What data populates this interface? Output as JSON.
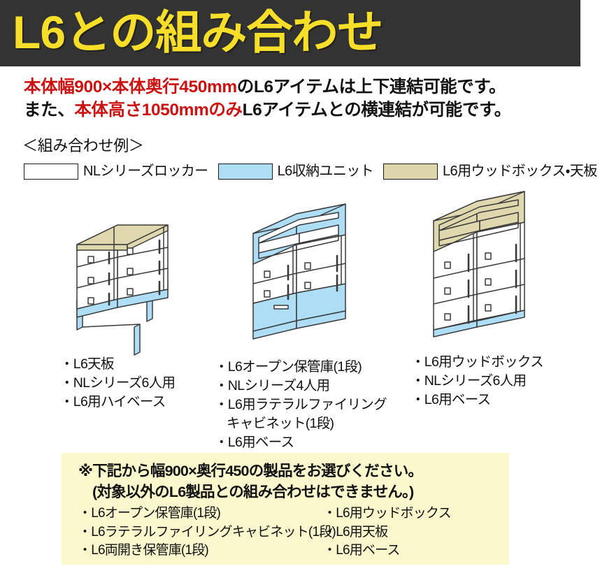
{
  "banner": {
    "title": "L6との組み合わせ",
    "bg_color": "#333333",
    "text_color": "#F7DF29"
  },
  "intro": {
    "line1_red": "本体幅900×本体奥行450mm",
    "line1_black": "のL6アイテムは上下連結可能です。",
    "line2_black_a": "また、",
    "line2_red": "本体高さ1050mmのみ",
    "line2_black_b": "L6アイテムとの横連結が可能です。",
    "red_color": "#CC1111"
  },
  "example_heading": "＜組み合わせ例＞",
  "legend": {
    "items": [
      {
        "label": "NLシリーズロッカー",
        "color": "#FFFFFF",
        "swatch_name": "white"
      },
      {
        "label": "L6収納ユニット",
        "color": "#AEDDF6",
        "swatch_name": "blue"
      },
      {
        "label": "L6用ウッドボックス・天板",
        "color": "#DDD5AB",
        "swatch_name": "beige"
      }
    ]
  },
  "examples": [
    {
      "id": "example-1",
      "illustration": "locker-with-wood-top-and-high-base",
      "parts": [
        "・L6天板",
        "・NLシリーズ6人用",
        "・L6用ハイベース"
      ]
    },
    {
      "id": "example-2",
      "illustration": "open-storage-locker-lateral-cabinet",
      "parts": [
        "・L6オープン保管庫(1段)",
        "・NLシリーズ4人用",
        "・L6用ラテラルファイリング",
        "キャビネット(1段)",
        "・L6用ベース"
      ]
    },
    {
      "id": "example-3",
      "illustration": "wood-box-over-locker-with-base",
      "parts": [
        "・L6用ウッドボックス",
        "・NLシリーズ6人用",
        "・L6用ベース"
      ]
    }
  ],
  "note": {
    "bg_color": "#FAF8CC",
    "heading_line1": "※下記から幅900×奥行450の製品をお選びください。",
    "heading_line2": "(対象以外のL6製品との組み合わせはできません。)",
    "left_items": [
      "・L6オープン保管庫(1段)",
      "・L6ラテラルファイリングキャビネット(1段)",
      "・L6両開き保管庫(1段)"
    ],
    "right_items": [
      "・L6用ウッドボックス",
      "・L6用天板",
      "・L6用ベース"
    ]
  }
}
